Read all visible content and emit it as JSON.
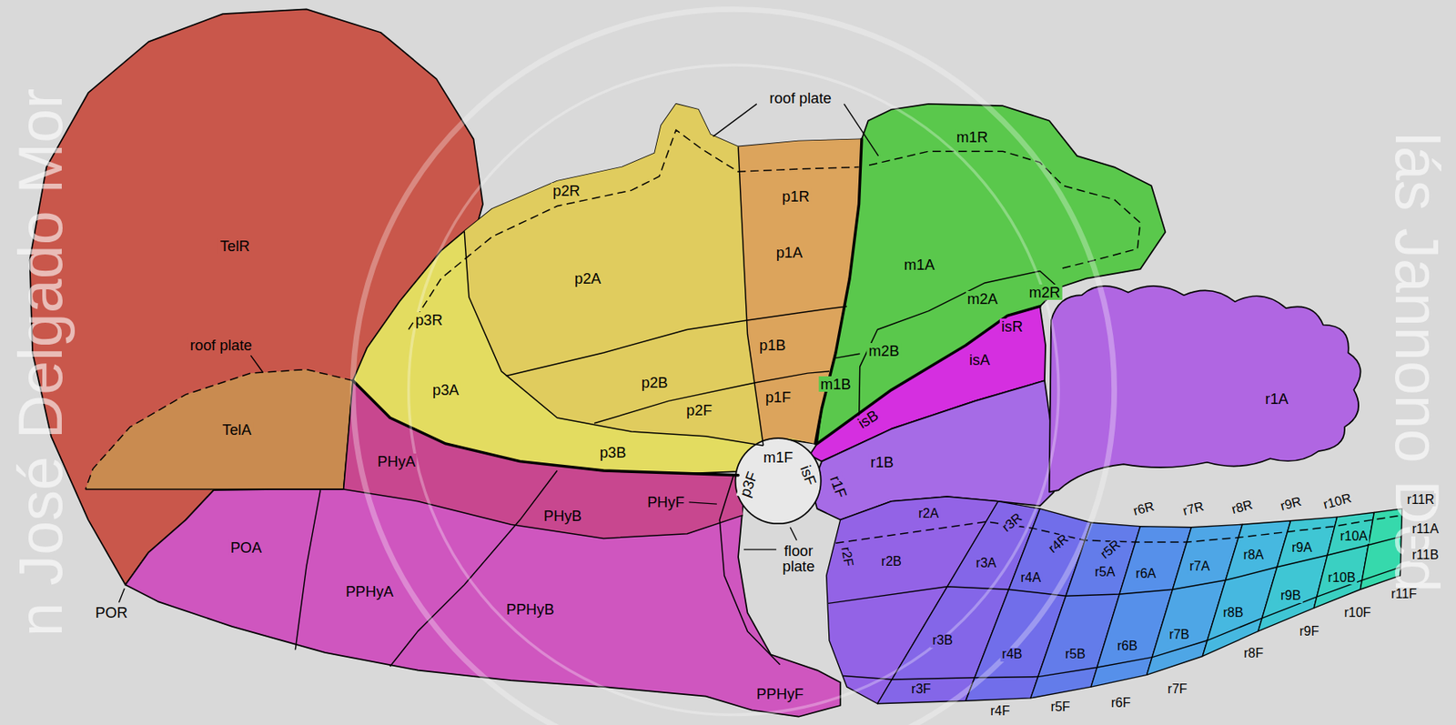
{
  "diagram": {
    "labels": [
      "n José Delgado Mor",
      "lás Jannono Ded",
      "roof plate",
      "m1R",
      "p2R",
      "p1R",
      "TelR",
      "p1A",
      "m1A",
      "p2A",
      "m2A",
      "m2R",
      "p3R",
      "isR",
      "roof plate",
      "p1B",
      "m2B",
      "isA",
      "p3A",
      "p2B",
      "m1B",
      "r1A",
      "p2F",
      "p1F",
      "isB",
      "TelA",
      "p3B",
      "m1F",
      "r1B",
      "PHyA",
      "p3F",
      "isF",
      "r1F",
      "PHyF",
      "PHyB",
      "r2A",
      "r3R",
      "r4R",
      "r5R",
      "r6R",
      "r7R",
      "r8R",
      "r9R",
      "r10R",
      "r11R",
      "r11A",
      "r11B",
      "r2B",
      "r3A",
      "r4A",
      "r5A",
      "r6A",
      "r7A",
      "r8A",
      "r9A",
      "r10A",
      "POA",
      "floor plate",
      "r2F",
      "r9B",
      "r10B",
      "PPHyA",
      "PPHyB",
      "r3B",
      "r4B",
      "r5B",
      "r6B",
      "r7B",
      "r8B",
      "r11F",
      "r10F",
      "r9F",
      "r8F",
      "POR",
      "r3F",
      "PPHyF",
      "r7F",
      "r6F",
      "r5F",
      "r4F"
    ]
  }
}
